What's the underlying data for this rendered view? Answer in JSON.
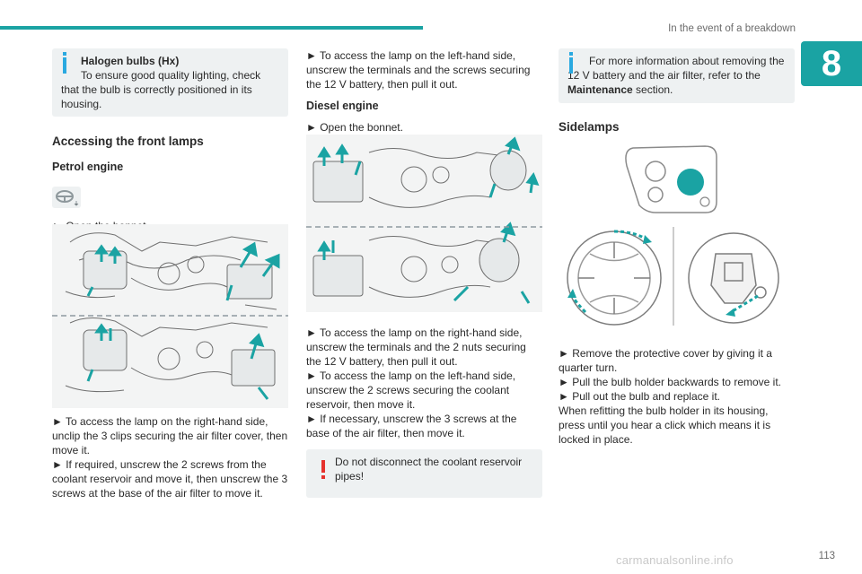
{
  "header": {
    "section_title": "In the event of a breakdown",
    "chapter": "8"
  },
  "footer": {
    "page_number": "113",
    "watermark": "carmanualsonline.info"
  },
  "col1": {
    "note_title": "Halogen bulbs (Hx)",
    "note_text": "To ensure good quality lighting, check that the bulb is correctly positioned in its housing.",
    "heading": "Accessing the front lamps",
    "subheading": "Petrol engine",
    "step_open": "► Open the bonnet.",
    "step_right_1": "► To access the lamp on the right-hand side, unclip the 3 clips securing the air filter cover, then move it.",
    "step_right_2": "► If required, unscrew the 2 screws from the coolant reservoir and move it, then unscrew the 3 screws at the base of the air filter to move it."
  },
  "col2": {
    "step_left": "► To access the lamp on the left-hand side, unscrew the terminals and the screws securing the 12 V battery, then pull it out.",
    "subheading": "Diesel engine",
    "step_open": "► Open the bonnet.",
    "step_right": "► To access the lamp on the right-hand side, unscrew the terminals and the 2 nuts securing the 12 V battery, then pull it out.",
    "step_left2": "► To access the lamp on the left-hand side, unscrew the 2 screws securing the coolant reservoir, then move it.",
    "step_if": "► If necessary, unscrew the 3 screws at the base of the air filter, then move it.",
    "warning": "Do not disconnect the coolant reservoir pipes!"
  },
  "col3": {
    "note_text": "For more information about removing the 12 V battery and the air filter, refer to the",
    "note_link": "Maintenance",
    "note_suffix": " section.",
    "heading": "Sidelamps",
    "step1": "► Remove the protective cover by giving it a quarter turn.",
    "step2": "► Pull the bulb holder backwards to remove it.",
    "step3": "► Pull out the bulb and replace it.",
    "step4": "When refitting the bulb holder in its housing, press until you hear a click which means it is locked in place."
  },
  "colors": {
    "accent": "#1aa3a3",
    "info": "#2aa9e0",
    "warning": "#e5322d"
  }
}
